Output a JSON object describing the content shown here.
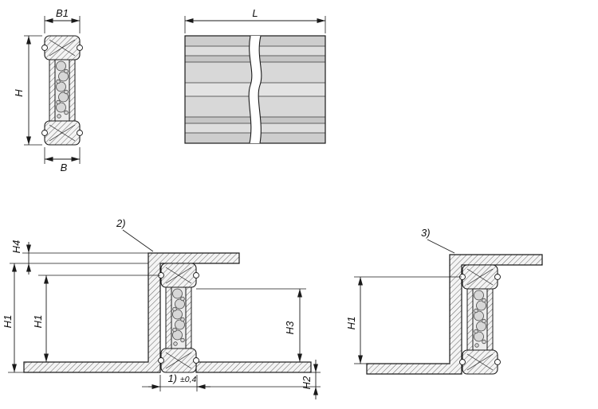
{
  "drawing": {
    "colors": {
      "line": "#1a1a1a",
      "rail_fill": "#d6d6d6",
      "hatch_base": "#f4f4f4",
      "ball_fill": "#d7d7d7"
    },
    "top_left": {
      "width_top": "B1",
      "height": "H",
      "width_bottom": "B"
    },
    "top_right": {
      "length": "L"
    },
    "bottom_left": {
      "callout": "2)",
      "dim_h4": "H4",
      "dim_h1_outer": "H1",
      "dim_h1_inner": "H1",
      "dim_h3": "H3",
      "dim_h2": "H2",
      "note_ref": "1)",
      "note_tolerance": "±0,4"
    },
    "bottom_right": {
      "callout": "3)",
      "dim_h1": "H1"
    }
  }
}
